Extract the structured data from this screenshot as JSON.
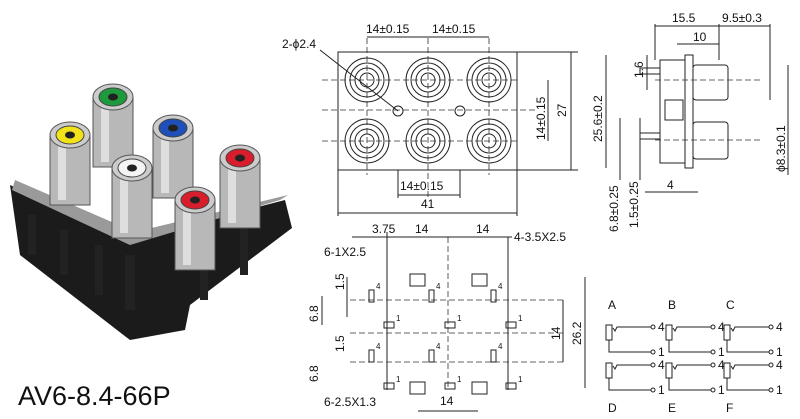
{
  "product": {
    "model": "AV6-8.4-66P"
  },
  "jack_colors": {
    "yellow": "#f2e21a",
    "green": "#1e9a3c",
    "blue": "#1f4fb8",
    "white": "#f4f4f4",
    "red": "#d81e2c"
  },
  "front_view": {
    "hole_label": "2-ϕ2.4",
    "pitch_top_1": "14±0.15",
    "pitch_top_2": "14±0.15",
    "pitch_vertical": "14±0.15",
    "height": "27",
    "pitch_bottom": "14±0.15",
    "width": "41"
  },
  "side_view": {
    "depth_body": "15.5",
    "depth_jack": "9.5±0.3",
    "depth_10": "10",
    "pin_1_6": "1.6",
    "height": "25.6±0.2",
    "jack_diameter": "ϕ8.3±0.1",
    "pin_6_8": "6.8±0.25",
    "pin_1_5": "1.5±0.25",
    "pin_4": "4"
  },
  "footprint": {
    "offset": "3.75",
    "pitch_1": "14",
    "pitch_2": "14",
    "mount_slots": "4-3.5X2.5",
    "pin_slots": "6-1X2.5",
    "gap_a": "1.5",
    "row_a": "6.8",
    "gap_b": "1.5",
    "row_b": "6.8",
    "row_pitch": "14",
    "total_height": "26.2",
    "ground_slots": "6-2.5X1.3",
    "bottom_pitch": "14",
    "pin_4": "4",
    "pin_1": "1"
  },
  "schematic": {
    "labels": [
      "A",
      "B",
      "C",
      "D",
      "E",
      "F"
    ],
    "pin_top": "4",
    "pin_bottom": "1"
  }
}
